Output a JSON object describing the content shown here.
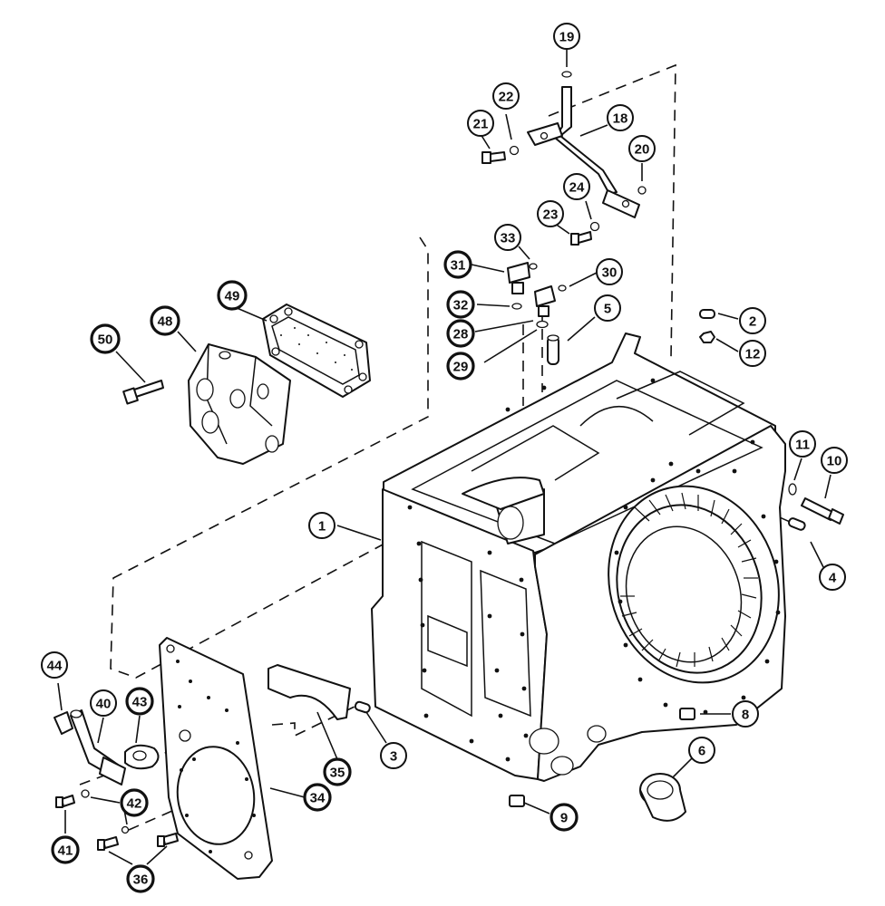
{
  "callouts": [
    {
      "n": "19"
    },
    {
      "n": "22"
    },
    {
      "n": "21"
    },
    {
      "n": "18"
    },
    {
      "n": "20"
    },
    {
      "n": "24"
    },
    {
      "n": "23"
    },
    {
      "n": "33"
    },
    {
      "n": "31"
    },
    {
      "n": "30"
    },
    {
      "n": "32"
    },
    {
      "n": "28"
    },
    {
      "n": "29"
    },
    {
      "n": "5"
    },
    {
      "n": "2"
    },
    {
      "n": "12"
    },
    {
      "n": "49"
    },
    {
      "n": "48"
    },
    {
      "n": "50"
    },
    {
      "n": "11"
    },
    {
      "n": "10"
    },
    {
      "n": "1"
    },
    {
      "n": "4"
    },
    {
      "n": "44"
    },
    {
      "n": "40"
    },
    {
      "n": "43"
    },
    {
      "n": "8"
    },
    {
      "n": "6"
    },
    {
      "n": "35"
    },
    {
      "n": "3"
    },
    {
      "n": "34"
    },
    {
      "n": "42"
    },
    {
      "n": "9"
    },
    {
      "n": "41"
    },
    {
      "n": "36"
    }
  ]
}
